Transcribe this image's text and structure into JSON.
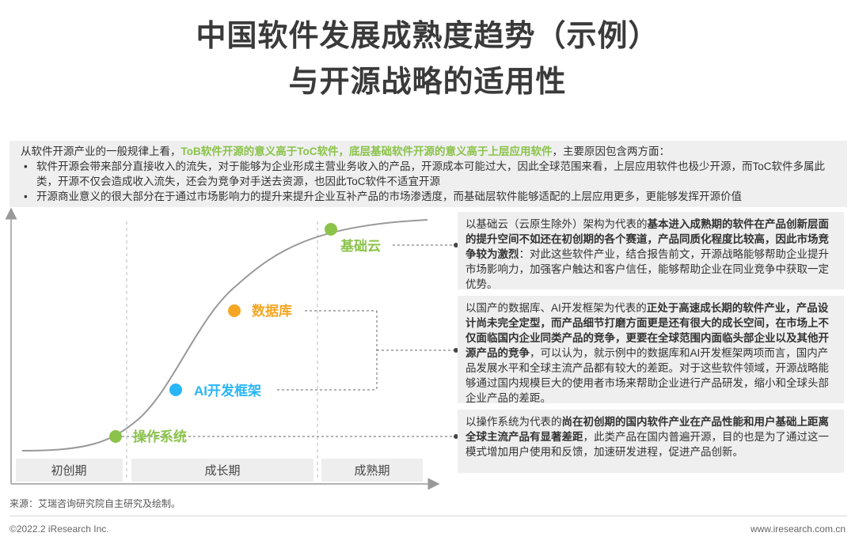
{
  "title": {
    "line1": "中国软件发展成熟度趋势（示例）",
    "line2": "与开源战略的适用性"
  },
  "intro": {
    "lead_before": "从软件开源产业的一般规律上看，",
    "lead_highlight": "ToB软件开源的意义高于ToC软件，底层基础软件开源的意义高于上层应用软件",
    "lead_after": "，主要原因包含两方面：",
    "bullet_symbol": "•",
    "bullets": [
      "软件开源会带来部分直接收入的流失，对于能够为企业形成主营业务收入的产品，开源成本可能过大，因此全球范围来看，上层应用软件也极少开源，而ToC软件多属此类，开源不仅会造成收入流失，还会为竞争对手送去资源，也因此ToC软件不适宜开源",
      "开源商业意义的很大部分在于通过市场影响力的提升来提升企业互补产品的市场渗透度，而基础层软件能够适配的上层应用更多，更能够发挥开源价值"
    ]
  },
  "diagram": {
    "stages": [
      "初创期",
      "成长期",
      "成熟期"
    ],
    "points": [
      {
        "label": "操作系统",
        "color": "#8bc34a"
      },
      {
        "label": "AI开发框架",
        "color": "#29b6f6"
      },
      {
        "label": "数据库",
        "color": "#f5a623"
      },
      {
        "label": "基础云",
        "color": "#8bc34a"
      }
    ]
  },
  "notes": {
    "cloud": {
      "t1": "以基础云（云原生除外）架构为代表的",
      "b1": "基本进入成熟期的软件在产品创新层面的提升空间不如还在初创期的各个赛道，产品同质化程度比较高，因此市场竞争较为激烈",
      "t2": "：对此这些软件产业，结合报告前文，开源战略能够帮助企业提升市场影响力，加强客户触达和客户信任，能够帮助企业在同业竞争中获取一定优势。"
    },
    "database": {
      "t1": "以国产的数据库、AI开发框架为代表的",
      "b1": "正处于高速成长期的软件产业，产品设计尚未完全定型，而产品细节打磨方面更是还有很大的成长空间，在市场上不仅面临国内企业同类产品的竞争，更要在全球范围内面临头部企业以及其他开源产品的竞争",
      "t2": "，可以认为，就示例中的数据库和AI开发框架两项而言，国内产品发展水平和全球主流产品都有较大的差距。对于这些软件领域，开源战略能够通过国内规模巨大的使用者市场来帮助企业进行产品研发，缩小和全球头部企业产品的差距。"
    },
    "os": {
      "t1": "以操作系统为代表的",
      "b1": "尚在初创期的国内软件产业在产品性能和用户基础上距离全球主流产品有显著差距",
      "t2": "，此类产品在国内普遍开源，目的也是为了通过这一模式增加用户使用和反馈，加速研发进程，促进产品创新。"
    }
  },
  "footer": {
    "source": "来源：艾瑞咨询研究院自主研究及绘制。",
    "copyright": "©2022.2 iResearch Inc.",
    "website": "www.iresearch.com.cn"
  }
}
